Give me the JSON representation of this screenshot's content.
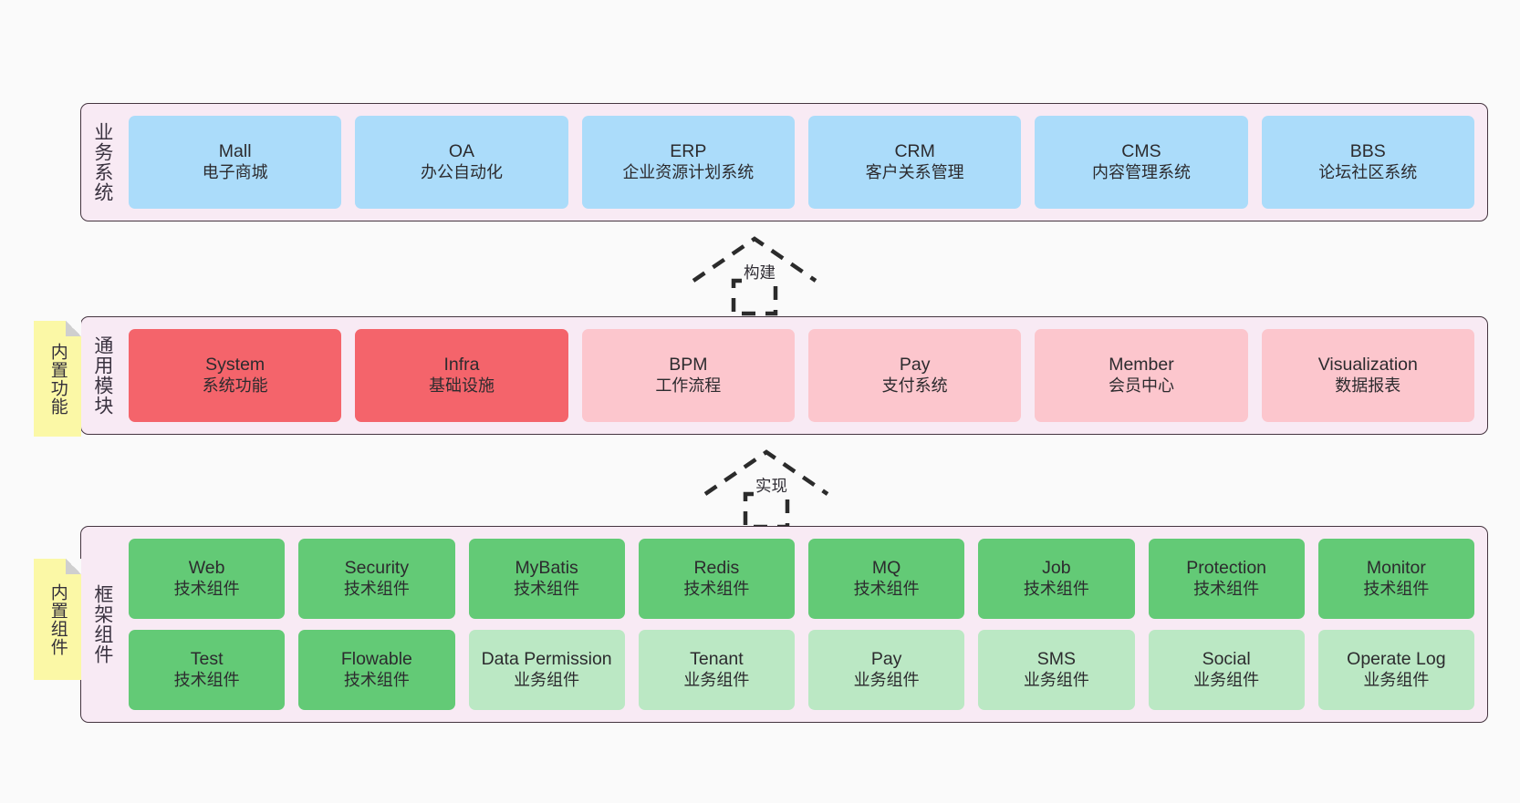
{
  "diagram": {
    "title": "",
    "background": "#fafafa",
    "panel_bg": "#f8eaf4",
    "panel_border": "#453540",
    "colors": {
      "business": "#abdcfa",
      "module_core": "#f4646b",
      "module_light": "#fcc6cd",
      "tech_component": "#63ca76",
      "biz_component": "#bbe8c4",
      "note": "#fbf8a6"
    }
  },
  "sections": [
    {
      "id": "business-system",
      "label": "业务系统",
      "note": null,
      "rows": [
        {
          "style": "blue",
          "cards": [
            {
              "title": "Mall",
              "subtitle": "电子商城"
            },
            {
              "title": "OA",
              "subtitle": "办公自动化"
            },
            {
              "title": "ERP",
              "subtitle": "企业资源计划系统"
            },
            {
              "title": "CRM",
              "subtitle": "客户关系管理"
            },
            {
              "title": "CMS",
              "subtitle": "内容管理系统"
            },
            {
              "title": "BBS",
              "subtitle": "论坛社区系统"
            }
          ]
        }
      ]
    },
    {
      "id": "common-modules",
      "label": "通用模块",
      "note": "内置功能",
      "rows": [
        {
          "style": "mixed",
          "cards": [
            {
              "title": "System",
              "subtitle": "系统功能",
              "style": "red"
            },
            {
              "title": "Infra",
              "subtitle": "基础设施",
              "style": "red"
            },
            {
              "title": "BPM",
              "subtitle": "工作流程",
              "style": "pink"
            },
            {
              "title": "Pay",
              "subtitle": "支付系统",
              "style": "pink"
            },
            {
              "title": "Member",
              "subtitle": "会员中心",
              "style": "pink"
            },
            {
              "title": "Visualization",
              "subtitle": "数据报表",
              "style": "pink"
            }
          ]
        }
      ]
    },
    {
      "id": "framework-components",
      "label": "框架组件",
      "note": "内置组件",
      "rows": [
        {
          "style": "green",
          "cards": [
            {
              "title": "Web",
              "subtitle": "技术组件"
            },
            {
              "title": "Security",
              "subtitle": "技术组件"
            },
            {
              "title": "MyBatis",
              "subtitle": "技术组件"
            },
            {
              "title": "Redis",
              "subtitle": "技术组件"
            },
            {
              "title": "MQ",
              "subtitle": "技术组件"
            },
            {
              "title": "Job",
              "subtitle": "技术组件"
            },
            {
              "title": "Protection",
              "subtitle": "技术组件"
            },
            {
              "title": "Monitor",
              "subtitle": "技术组件"
            }
          ]
        },
        {
          "style": "mixed2",
          "cards": [
            {
              "title": "Test",
              "subtitle": "技术组件",
              "style": "green"
            },
            {
              "title": "Flowable",
              "subtitle": "技术组件",
              "style": "green"
            },
            {
              "title": "Data Permission",
              "subtitle": "业务组件",
              "style": "mint"
            },
            {
              "title": "Tenant",
              "subtitle": "业务组件",
              "style": "mint"
            },
            {
              "title": "Pay",
              "subtitle": "业务组件",
              "style": "mint"
            },
            {
              "title": "SMS",
              "subtitle": "业务组件",
              "style": "mint"
            },
            {
              "title": "Social",
              "subtitle": "业务组件",
              "style": "mint"
            },
            {
              "title": "Operate Log",
              "subtitle": "业务组件",
              "style": "mint"
            }
          ]
        }
      ]
    }
  ],
  "arrows": [
    {
      "id": "arrow-build",
      "label": "构建",
      "direction": "up"
    },
    {
      "id": "arrow-implement",
      "label": "实现",
      "direction": "up"
    }
  ]
}
